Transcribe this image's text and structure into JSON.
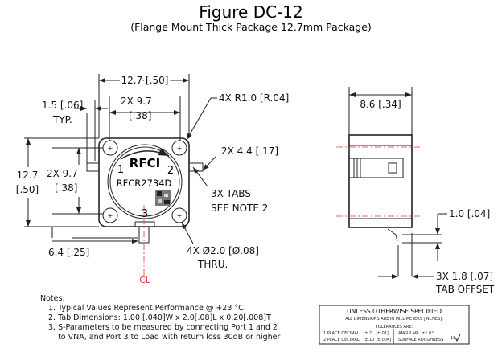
{
  "title": "Figure DC-12",
  "subtitle": "(Flange Mount Thick Package 12.7mm Package)",
  "top_view": {
    "width_dim": "12.7 [.50]",
    "hole_spacing_x": "2X 9.7",
    "hole_spacing_x_in": "[.38]",
    "tab_width": "1.5 [.06]",
    "tab_width_note": "TYP.",
    "corner_radius": "4X R1.0 [R.04]",
    "tab_position": "2X 4.4 [.17]",
    "height_dim": "12.7",
    "height_dim_in": "[.50]",
    "hole_spacing_y": "2X 9.7",
    "hole_spacing_y_in": "[.38]",
    "tabs_label": "3X TABS",
    "tabs_note": "SEE NOTE 2",
    "port3_offset": "6.4 [.25]",
    "hole_dia": "4X Ø2.0 [Ø.08]",
    "hole_note": "THRU.",
    "centerline": "CL",
    "brand": "RFCI",
    "part_number": "RFCR2734D",
    "port1": "1",
    "port2": "2",
    "port3": "3"
  },
  "side_view": {
    "depth_dim": "8.6 [.34]",
    "tab_thickness": "1.0 [.04]",
    "tab_offset": "3X 1.8 [.07]",
    "tab_offset_label": "TAB OFFSET"
  },
  "notes": {
    "heading": "Notes:",
    "items": [
      "1. Typical Values Represent Performance @ +23 °C.",
      "2. Tab Dimensions: 1.00 [.040]W x 2.0[.08]L x 0.20[.008]T",
      "3. S-Parameters to be measured by connecting Port 1 and 2",
      "    to VNA, and Port 3 to Load with return loss 30dB or higher"
    ]
  },
  "title_block": {
    "heading": "UNLESS OTHERWISE SPECIFIED",
    "units": "ALL DIMENSIONS ARE IN MILLIMETERS [INCHES]:",
    "tolerances": "TOLERANCES ARE:",
    "one_place": "1 PLACE DECIMAL    ±.2   [±.01]",
    "two_place": "2 PLACE DECIMAL    ±.10 [±.004]",
    "angular": "ANGULAR:  ±1.0°",
    "roughness": "SURFACE ROUGHNESS",
    "roughness_value": "16"
  }
}
